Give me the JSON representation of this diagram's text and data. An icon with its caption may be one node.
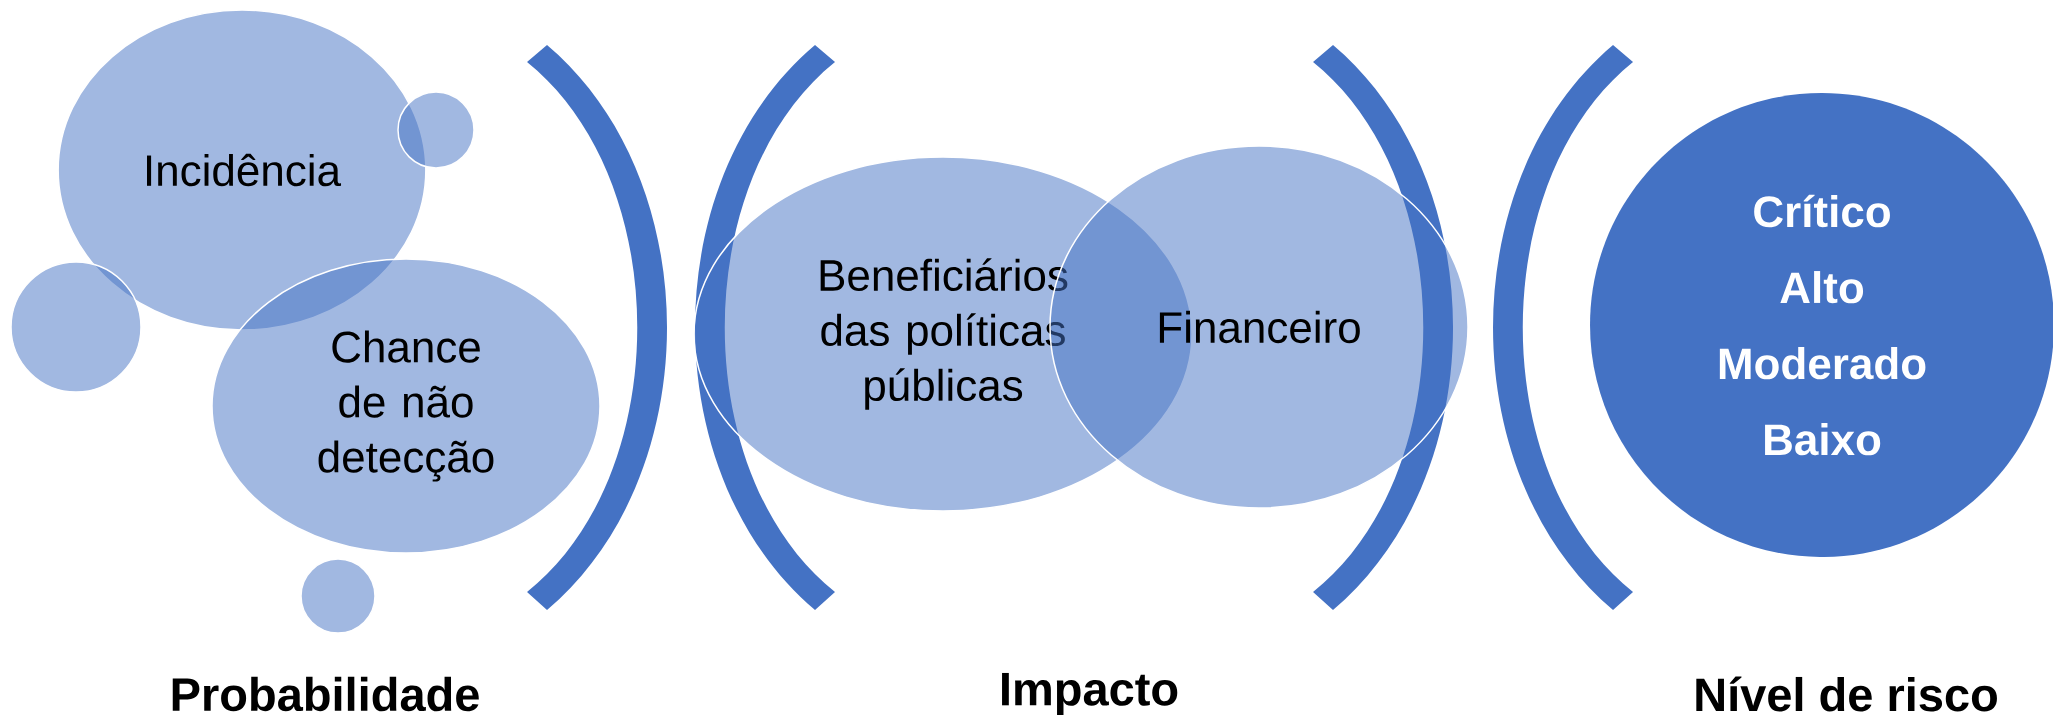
{
  "diagram": {
    "nodes": [
      {
        "text": [
          "Incidência"
        ]
      },
      {
        "text": [],
        "shape": "circle"
      },
      {
        "text": [],
        "shape": "circle"
      },
      {
        "text": [
          "Chance de não detecção"
        ]
      },
      {
        "text": [],
        "shape": "circle"
      },
      {
        "text": [
          "Beneficiários das políticas públicas"
        ]
      },
      {
        "text": [
          "Financeiro"
        ]
      },
      {
        "text": [
          "Crítico",
          "Alto",
          "Moderado",
          "Baixo"
        ]
      }
    ],
    "labels": [
      "Probabilidade",
      "Impacto",
      "Nível de risco"
    ]
  }
}
